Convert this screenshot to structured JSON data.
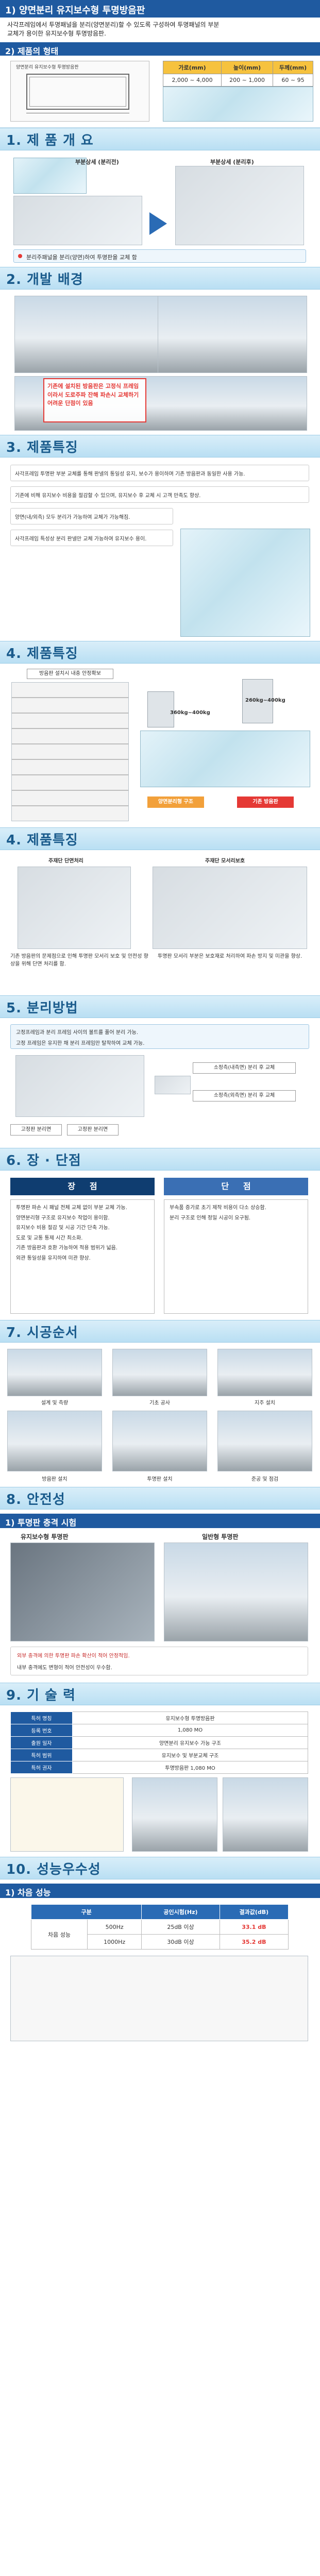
{
  "intro": {
    "title": "1) 양면분리 유지보수형 투명방음판",
    "description": "사각프레임에서 투명패널을 분리(양면분리)할 수 있도록 구성하여 투명패널의 부분 교체가 용이한 유지보수형 투명방음판.",
    "shape_title": "2) 제품의 형태",
    "spec_table": {
      "headers": [
        "가로(mm)",
        "높이(mm)",
        "두께(mm)"
      ],
      "row": [
        "2,000 ~ 4,000",
        "200 ~ 1,000",
        "60 ~ 95"
      ]
    },
    "drawing_label": "양면분리 유지보수형 투명방음판"
  },
  "sections": {
    "overview1": "1. 제 품 개 요",
    "development": "2. 개발 배경",
    "feature1": "3. 제품특징",
    "feature2": "4. 제품특징",
    "feature3": "4. 제품특징",
    "separation": "5. 분리방법",
    "proscons": "6. 장 · 단점",
    "construction": "7. 시공순서",
    "safety": "8. 안전성",
    "technology": "9. 기 술 력",
    "performance": "10. 성능우수성"
  },
  "overview": {
    "label_before": "부분상세 (분리전)",
    "label_after": "부분상세 (분리후)",
    "bullet": "분리주패널을 분리(양면)하여 투명판을 교체 함"
  },
  "development": {
    "caption": "기존에 설치된 방음판은 고정식 프레임이라서 도로주파 잔해 파손시 교체하기 어려운 단점이 있음"
  },
  "feature1": {
    "notes": [
      "사각프레임 투명판 부분 교체를 통해 판넬의 통일성 유지, 보수가 용이하며 기존 방음판과 동일한 사용 가능.",
      "기존에 비해 유지보수 비용을 절감할 수 있으며, 유지보수 후 교체 시 고객 만족도 향상.",
      "양면(내/외측) 모두 분리가 가능하여 교체가 가능해짐.",
      "사각프레임 특성상 분리 판넬만 교체 가능하여 유지보수 용이."
    ]
  },
  "feature2": {
    "caption_top": "방음판 설치시 내충 안정확보",
    "load_left": "360kg~400kg",
    "load_right": "260kg~400kg",
    "tag_left": "양면분리형 구조",
    "tag_right": "기존 방음판"
  },
  "feature3": {
    "label_left": "주재단 단면처리",
    "label_right": "주재단 모서리보호",
    "caption_left": "기존 방음판의 문제점으로 인해 투명판 모서리 보호 및 안전성 향상을 위해 단면 처리를 함.",
    "caption_right": "투명판 모서리 부분은 보호재로 처리하여 파손 방지 및 미관을 향상."
  },
  "separation": {
    "bullets": [
      "고정프레임과 분리 프레임 사이의 볼트를 풀어 분리 가능.",
      "고정 프레임은 유지한 채 분리 프레임만 탈착하여 교체 가능."
    ],
    "step1": "소정측(내측면) 분리 후 교체",
    "step2": "소정측(외측면) 분리 후 교체",
    "tag_a": "고정판 분리면",
    "tag_b": "고정판 분리면"
  },
  "proscons": {
    "pros_title": "장     점",
    "cons_title": "단     점",
    "pros": [
      "투명판 파손 시 패널 전체 교체 없이 부분 교체 가능.",
      "양면분리형 구조로 유지보수 작업이 용이함.",
      "유지보수 비용 절감 및 시공 기간 단축 가능.",
      "도로 및 교통 통제 시간 최소화.",
      "기존 방음판과 호환 가능하여 적용 범위가 넓음.",
      "외관 통일성을 유지하여 미관 향상."
    ],
    "cons": [
      "부속품 증가로 초기 제작 비용이 다소 상승함.",
      "분리 구조로 인해 정밀 시공이 요구됨."
    ]
  },
  "construction": {
    "steps": [
      "설계 및 측량",
      "기초 공사",
      "지주 설치",
      "방음판 설치",
      "투명판 설치",
      "준공 및 점검"
    ]
  },
  "safety": {
    "title": "1) 투명판 충격 시험",
    "left_label": "유지보수형 투명판",
    "right_label": "일반형 투명판",
    "notes": [
      "외부 충격에 의한 투명판 파손 확산이 적어 안정적임.",
      "내부 충격에도 변형이 적어 안전성이 우수함."
    ]
  },
  "technology": {
    "rows": [
      [
        "특허 명칭",
        "유지보수형 투명방음판"
      ],
      [
        "등록 번호",
        "1,080 MO"
      ],
      [
        "출원 일자",
        "양면분리 유지보수 가능 구조"
      ],
      [
        "특허 범위",
        "유지보수 및 부분교체 구조"
      ],
      [
        "특허 권자",
        "투명방음판 1,080 MO"
      ]
    ]
  },
  "performance": {
    "title": "1) 차음 성능",
    "headers": [
      "구분",
      "",
      "공인시험(Hz)",
      "결과값(dB)"
    ],
    "group": "차음 성능",
    "rows": [
      [
        "500Hz",
        "25dB 이상",
        "33.1 dB"
      ],
      [
        "1000Hz",
        "30dB 이상",
        "35.2 dB"
      ]
    ]
  }
}
